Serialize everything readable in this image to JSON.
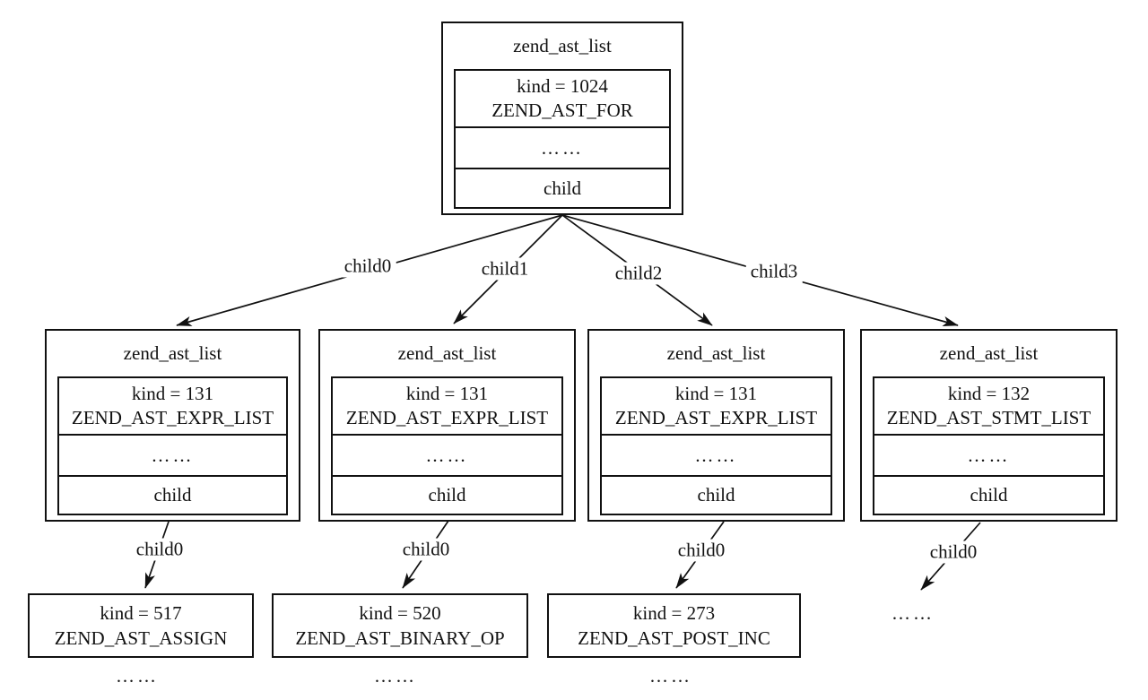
{
  "colors": {
    "line": "#111111",
    "background": "#ffffff"
  },
  "root": {
    "title": "zend_ast_list",
    "kind_line": "kind = 1024",
    "name_line": "ZEND_AST_FOR",
    "dots": "……",
    "child_field": "child"
  },
  "children": [
    {
      "title": "zend_ast_list",
      "kind_line": "kind = 131",
      "name_line": "ZEND_AST_EXPR_LIST",
      "dots": "……",
      "child_field": "child",
      "edge_label": "child0"
    },
    {
      "title": "zend_ast_list",
      "kind_line": "kind = 131",
      "name_line": "ZEND_AST_EXPR_LIST",
      "dots": "……",
      "child_field": "child",
      "edge_label": "child1"
    },
    {
      "title": "zend_ast_list",
      "kind_line": "kind = 131",
      "name_line": "ZEND_AST_EXPR_LIST",
      "dots": "……",
      "child_field": "child",
      "edge_label": "child2"
    },
    {
      "title": "zend_ast_list",
      "kind_line": "kind = 132",
      "name_line": "ZEND_AST_STMT_LIST",
      "dots": "……",
      "child_field": "child",
      "edge_label": "child3"
    }
  ],
  "grandchildren": [
    {
      "edge_label": "child0",
      "kind_line": "kind = 517",
      "name_line": "ZEND_AST_ASSIGN",
      "dots_below": "……"
    },
    {
      "edge_label": "child0",
      "kind_line": "kind = 520",
      "name_line": "ZEND_AST_BINARY_OP",
      "dots_below": "……"
    },
    {
      "edge_label": "child0",
      "kind_line": "kind = 273",
      "name_line": "ZEND_AST_POST_INC",
      "dots_below": "……"
    },
    {
      "edge_label": "child0",
      "dots_below": "……"
    }
  ]
}
